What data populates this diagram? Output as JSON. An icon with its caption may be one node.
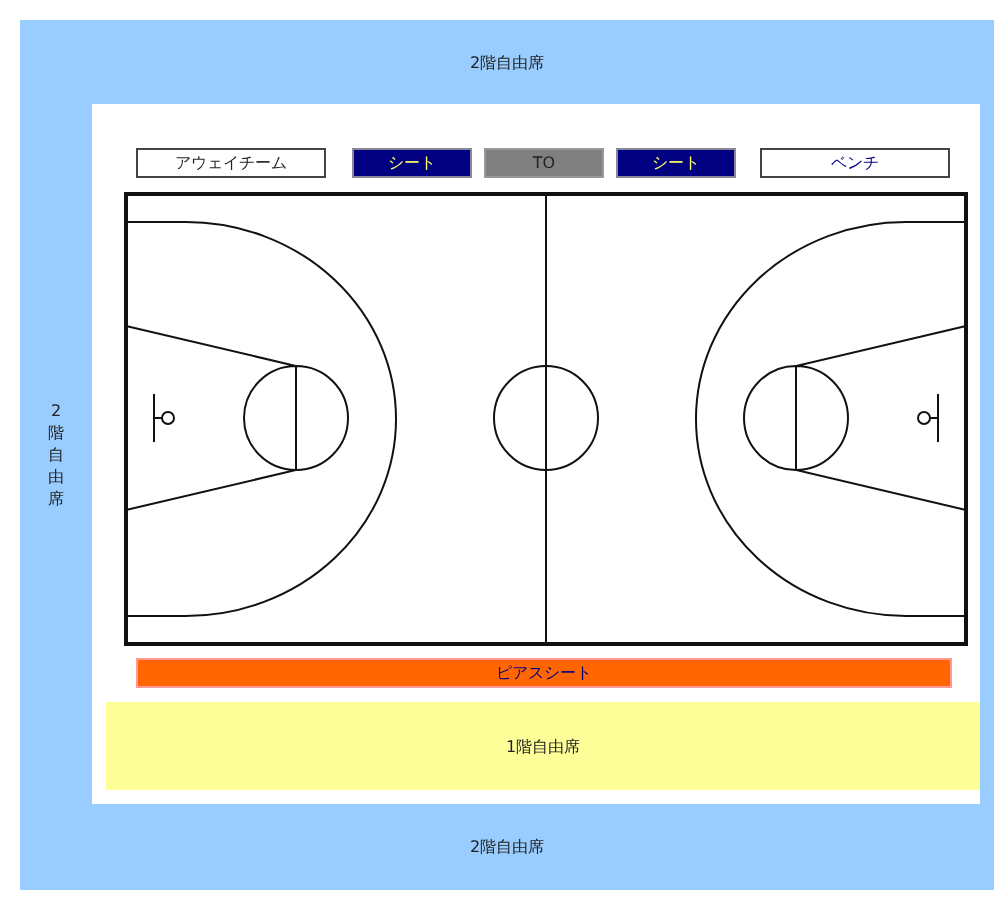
{
  "diagram": {
    "nodes": [
      {
        "text": [
          "2階自由席"
        ]
      },
      {
        "text": [
          "2階自由席"
        ]
      },
      {
        "text": [
          "アウェイチーム"
        ]
      },
      {
        "text": [
          "シート"
        ]
      },
      {
        "text": [
          "TO"
        ]
      },
      {
        "text": [
          "シート"
        ]
      },
      {
        "text": [
          "ベンチ"
        ]
      },
      {
        "text": [
          "ピアスシート"
        ]
      },
      {
        "text": [
          "1階自由席"
        ]
      },
      {
        "text": [
          "2階自由席"
        ]
      }
    ]
  }
}
